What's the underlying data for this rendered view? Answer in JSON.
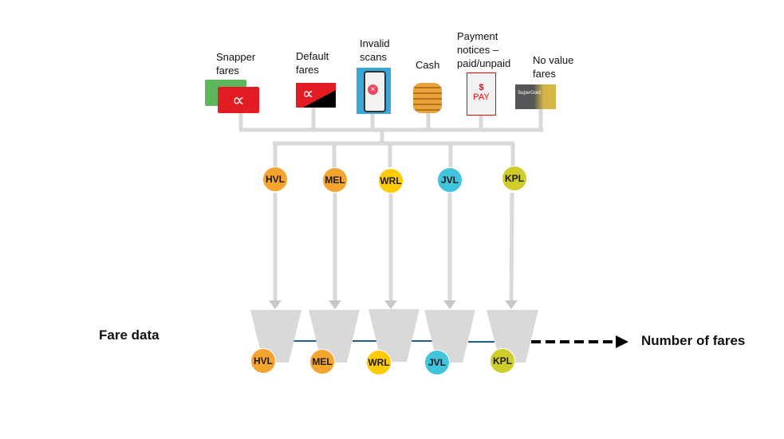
{
  "sources": [
    {
      "label": "Snapper fares",
      "icon": "snapper-card-icon"
    },
    {
      "label": "Default fares",
      "icon": "default-card-icon"
    },
    {
      "label": "Invalid scans",
      "icon": "invalid-scan-phone-icon"
    },
    {
      "label": "Cash",
      "icon": "coins-icon"
    },
    {
      "label": "Payment notices – paid/unpaid",
      "icon": "pay-notice-icon"
    },
    {
      "label": "No value fares",
      "icon": "supergold-card-icon"
    }
  ],
  "pay_notice": {
    "symbol": "$",
    "text": "PAY"
  },
  "supergold_text": "SuperGold",
  "lines": [
    {
      "code": "HVL",
      "color": "#F5A42F"
    },
    {
      "code": "MEL",
      "color": "#F5A42F"
    },
    {
      "code": "WRL",
      "color": "#FFCB05"
    },
    {
      "code": "JVL",
      "color": "#43C4DD"
    },
    {
      "code": "KPL",
      "color": "#CFCD2B"
    }
  ],
  "fare_data_label": "Fare data",
  "output_label": "Number of fares"
}
